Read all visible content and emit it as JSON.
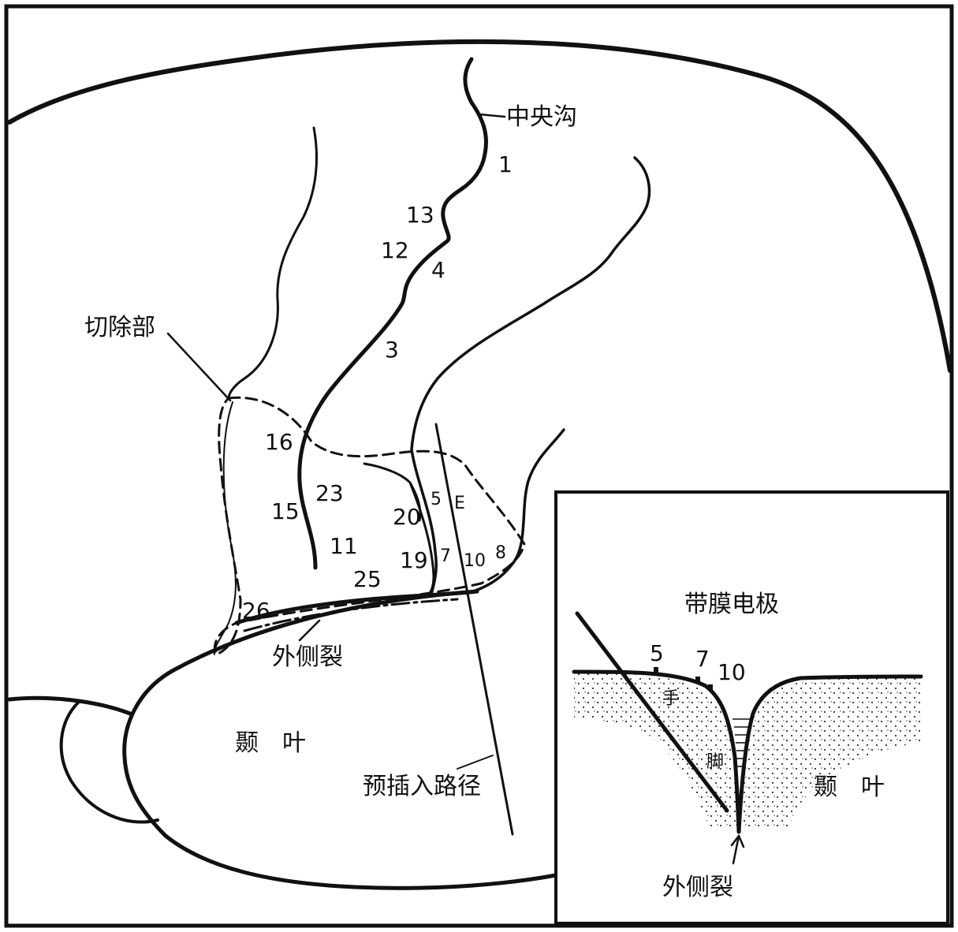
{
  "labels": {
    "central_sulcus": "中央沟",
    "resection_area": "切除部",
    "lateral_fissure": "外侧裂",
    "temporal_lobe": "颞　叶",
    "pre_insertion_path": "预插入路径"
  },
  "electrodes": {
    "n1": "1",
    "n3": "3",
    "n4": "4",
    "n12": "12",
    "n13": "13",
    "n16": "16",
    "n15": "15",
    "n23": "23",
    "n11": "11",
    "n25": "25",
    "n20": "20",
    "n19": "19",
    "n5": "5",
    "nE": "E",
    "n7": "7",
    "n10": "10",
    "n8": "8",
    "n26": "26"
  },
  "inset": {
    "title": "带膜电极",
    "n5": "5",
    "n7": "7",
    "n10": "10",
    "hand": "手",
    "foot": "脚",
    "temporal_lobe": "颞　叶",
    "lateral_fissure": "外侧裂"
  }
}
